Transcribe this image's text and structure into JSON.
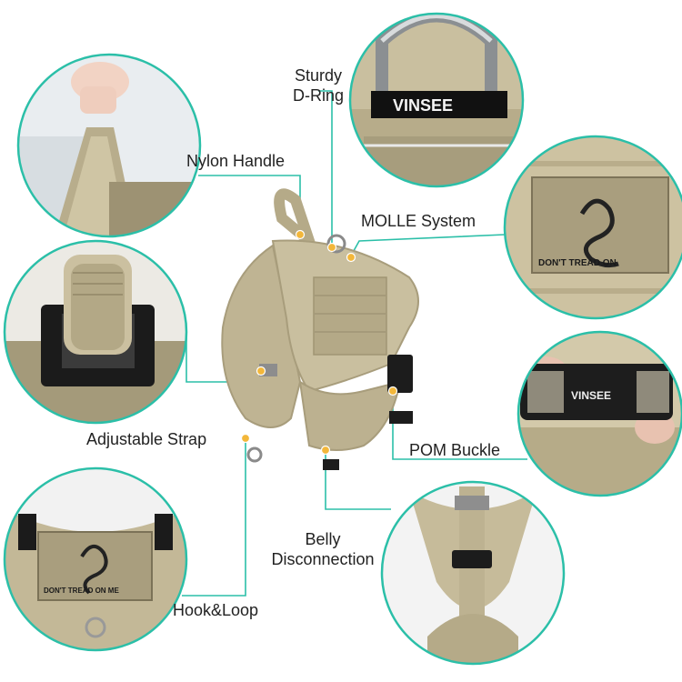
{
  "callouts": {
    "sturdy_dring_line1": "Sturdy",
    "sturdy_dring_line2": "D-Ring",
    "nylon_handle": "Nylon Handle",
    "molle_system": "MOLLE System",
    "adjustable_strap": "Adjustable Strap",
    "pom_buckle": "POM Buckle",
    "belly_line1": "Belly",
    "belly_line2": "Disconnection",
    "hook_loop": "Hook&Loop"
  },
  "brand_marks": {
    "patch_text": "DON'T TREAD ON",
    "patch_text_full": "DON'T TREAD ON ME",
    "buckle_logo": "VINSEE"
  },
  "colors": {
    "accent_line": "#2bbfa8",
    "dot": "#f3b73a",
    "fabric": "#c3b897",
    "fabric_dark": "#9d9273",
    "fabric_light": "#d9d1b6",
    "buckle": "#1d1d1d"
  }
}
